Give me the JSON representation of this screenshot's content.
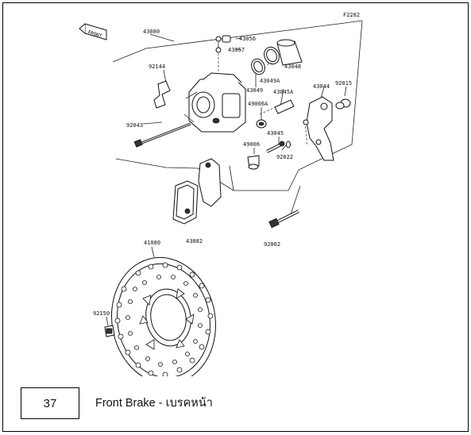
{
  "diagram": {
    "figure_code": "F2282",
    "direction_tag": "FRONT",
    "part_labels": {
      "p43080": "43080",
      "p43056": "43056",
      "p43057": "43057",
      "p43048": "43048",
      "p92144": "92144",
      "p43049A": "43049A",
      "p43049": "43049",
      "p43045A": "43045A",
      "p43044": "43044",
      "p92015": "92015",
      "p49006A": "49006A",
      "p92043": "92043",
      "p43045": "43045",
      "p49006": "49006",
      "p92022": "92022",
      "p43082": "43082",
      "p92002": "92002",
      "p41080": "41080",
      "p92150": "92150"
    }
  },
  "caption": {
    "page_number": "37",
    "text": "Front Brake - เบรคหน้า"
  }
}
